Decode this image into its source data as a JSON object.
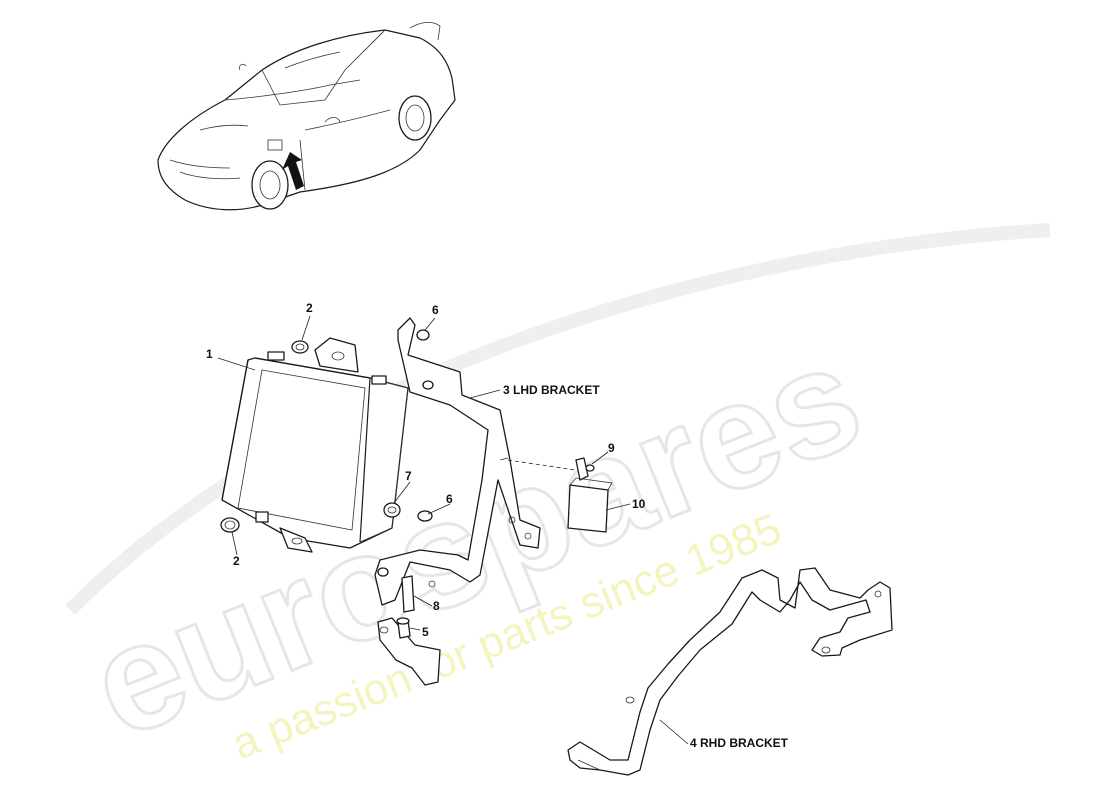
{
  "watermark": {
    "brand": "eurospares",
    "tagline": "a passion for parts since 1985"
  },
  "callouts": [
    {
      "id": "c1",
      "text": "1"
    },
    {
      "id": "c2a",
      "text": "2"
    },
    {
      "id": "c2b",
      "text": "2"
    },
    {
      "id": "c3",
      "text": "3 LHD BRACKET"
    },
    {
      "id": "c4",
      "text": "4 RHD BRACKET"
    },
    {
      "id": "c5",
      "text": "5"
    },
    {
      "id": "c6a",
      "text": "6"
    },
    {
      "id": "c6b",
      "text": "6"
    },
    {
      "id": "c7",
      "text": "7"
    },
    {
      "id": "c8",
      "text": "8"
    },
    {
      "id": "c9",
      "text": "9"
    },
    {
      "id": "c10",
      "text": "10"
    }
  ],
  "colors": {
    "line": "#1a1a1a",
    "watermark_outline": "#e6e6e6",
    "watermark_tagline": "#f4f4c0"
  }
}
